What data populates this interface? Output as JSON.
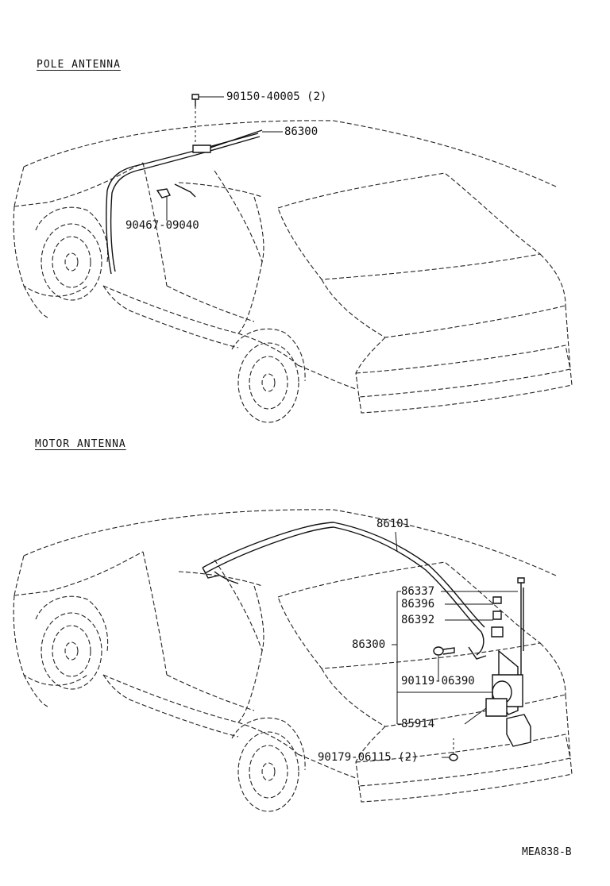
{
  "sections": {
    "pole": {
      "title": "POLE ANTENNA",
      "parts": {
        "screw": "90150-40005 (2)",
        "antenna": "86300",
        "clip": "90467-09040"
      }
    },
    "motor": {
      "title": "MOTOR ANTENNA",
      "parts": {
        "cord": "86101",
        "assembly": "86300",
        "p86337": "86337",
        "p86396": "86396",
        "p86392": "86392",
        "p90119": "90119-06390",
        "p85914": "85914",
        "p90179": "90179-06115 (2)"
      }
    }
  },
  "diagram_code": "MEA838-B"
}
